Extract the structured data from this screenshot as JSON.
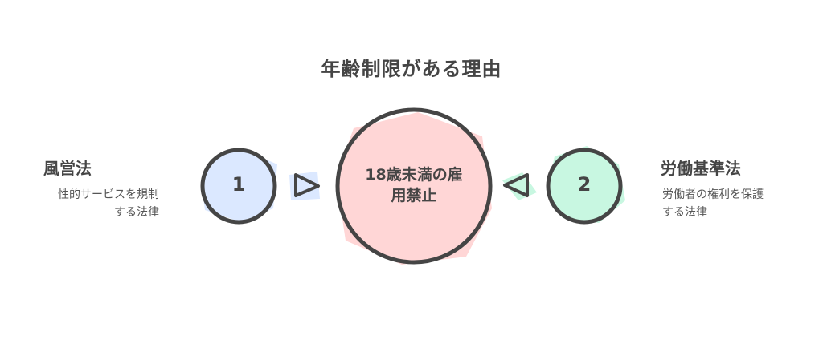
{
  "title": "年齢制限がある理由",
  "center": {
    "label": "18歳未満の雇用禁止",
    "label_line1": "18歳未満の雇",
    "label_line2": "用禁止",
    "fill_color": "#ffd6d6"
  },
  "left": {
    "number": "1",
    "heading": "風営法",
    "description_line1": "性的サービスを規制",
    "description_line2": "する法律",
    "fill_color": "#dbe8ff"
  },
  "right": {
    "number": "2",
    "heading": "労働基準法",
    "description_line1": "労働者の権利を保護",
    "description_line2": "する法律",
    "fill_color": "#c8f7e1"
  },
  "stroke_color": "#454545"
}
